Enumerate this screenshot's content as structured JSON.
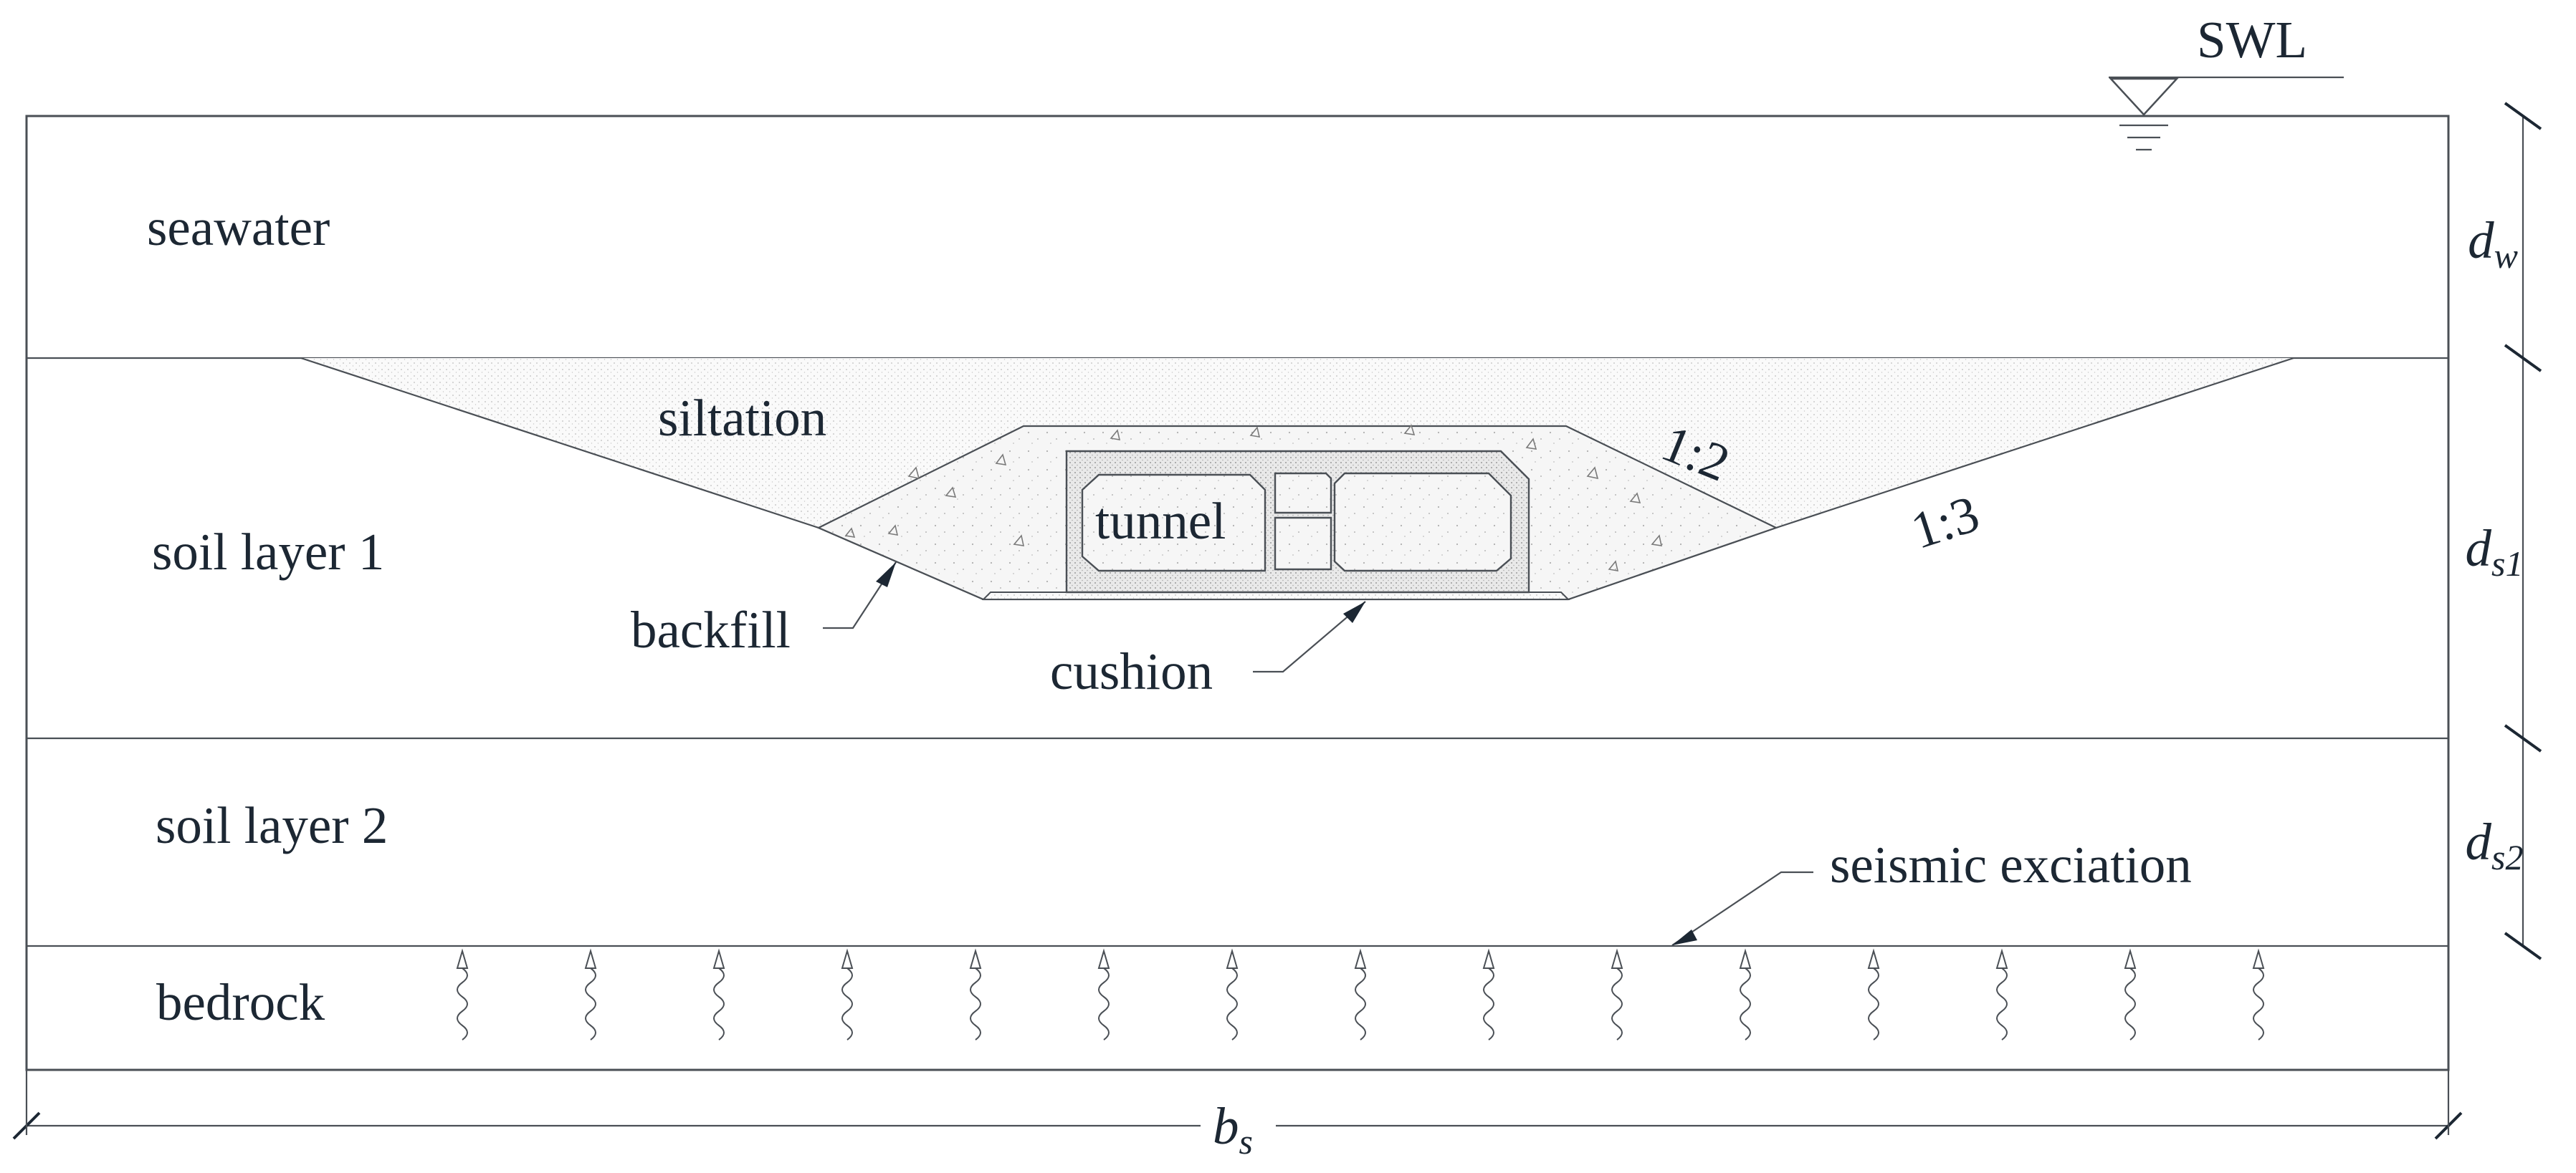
{
  "water_level": {
    "label": "SWL"
  },
  "layers": {
    "seawater": "seawater",
    "soil1": "soil layer 1",
    "soil2": "soil layer 2",
    "bedrock": "bedrock"
  },
  "trench": {
    "siltation": "siltation",
    "tunnel": "tunnel",
    "backfill": "backfill",
    "cushion": "cushion",
    "slope_inner": "1:2",
    "slope_outer": "1:3"
  },
  "excitation": {
    "label": "seismic exciation"
  },
  "dimensions": {
    "water_depth": {
      "symbol": "d",
      "subscript": "w"
    },
    "soil1_depth": {
      "symbol": "d",
      "subscript": "s1"
    },
    "soil2_depth": {
      "symbol": "d",
      "subscript": "s2"
    },
    "width": {
      "symbol": "b",
      "subscript": "s"
    }
  },
  "colors": {
    "line": "#4a4f55",
    "text": "#1c2733",
    "fill": "#f2f2f2"
  }
}
